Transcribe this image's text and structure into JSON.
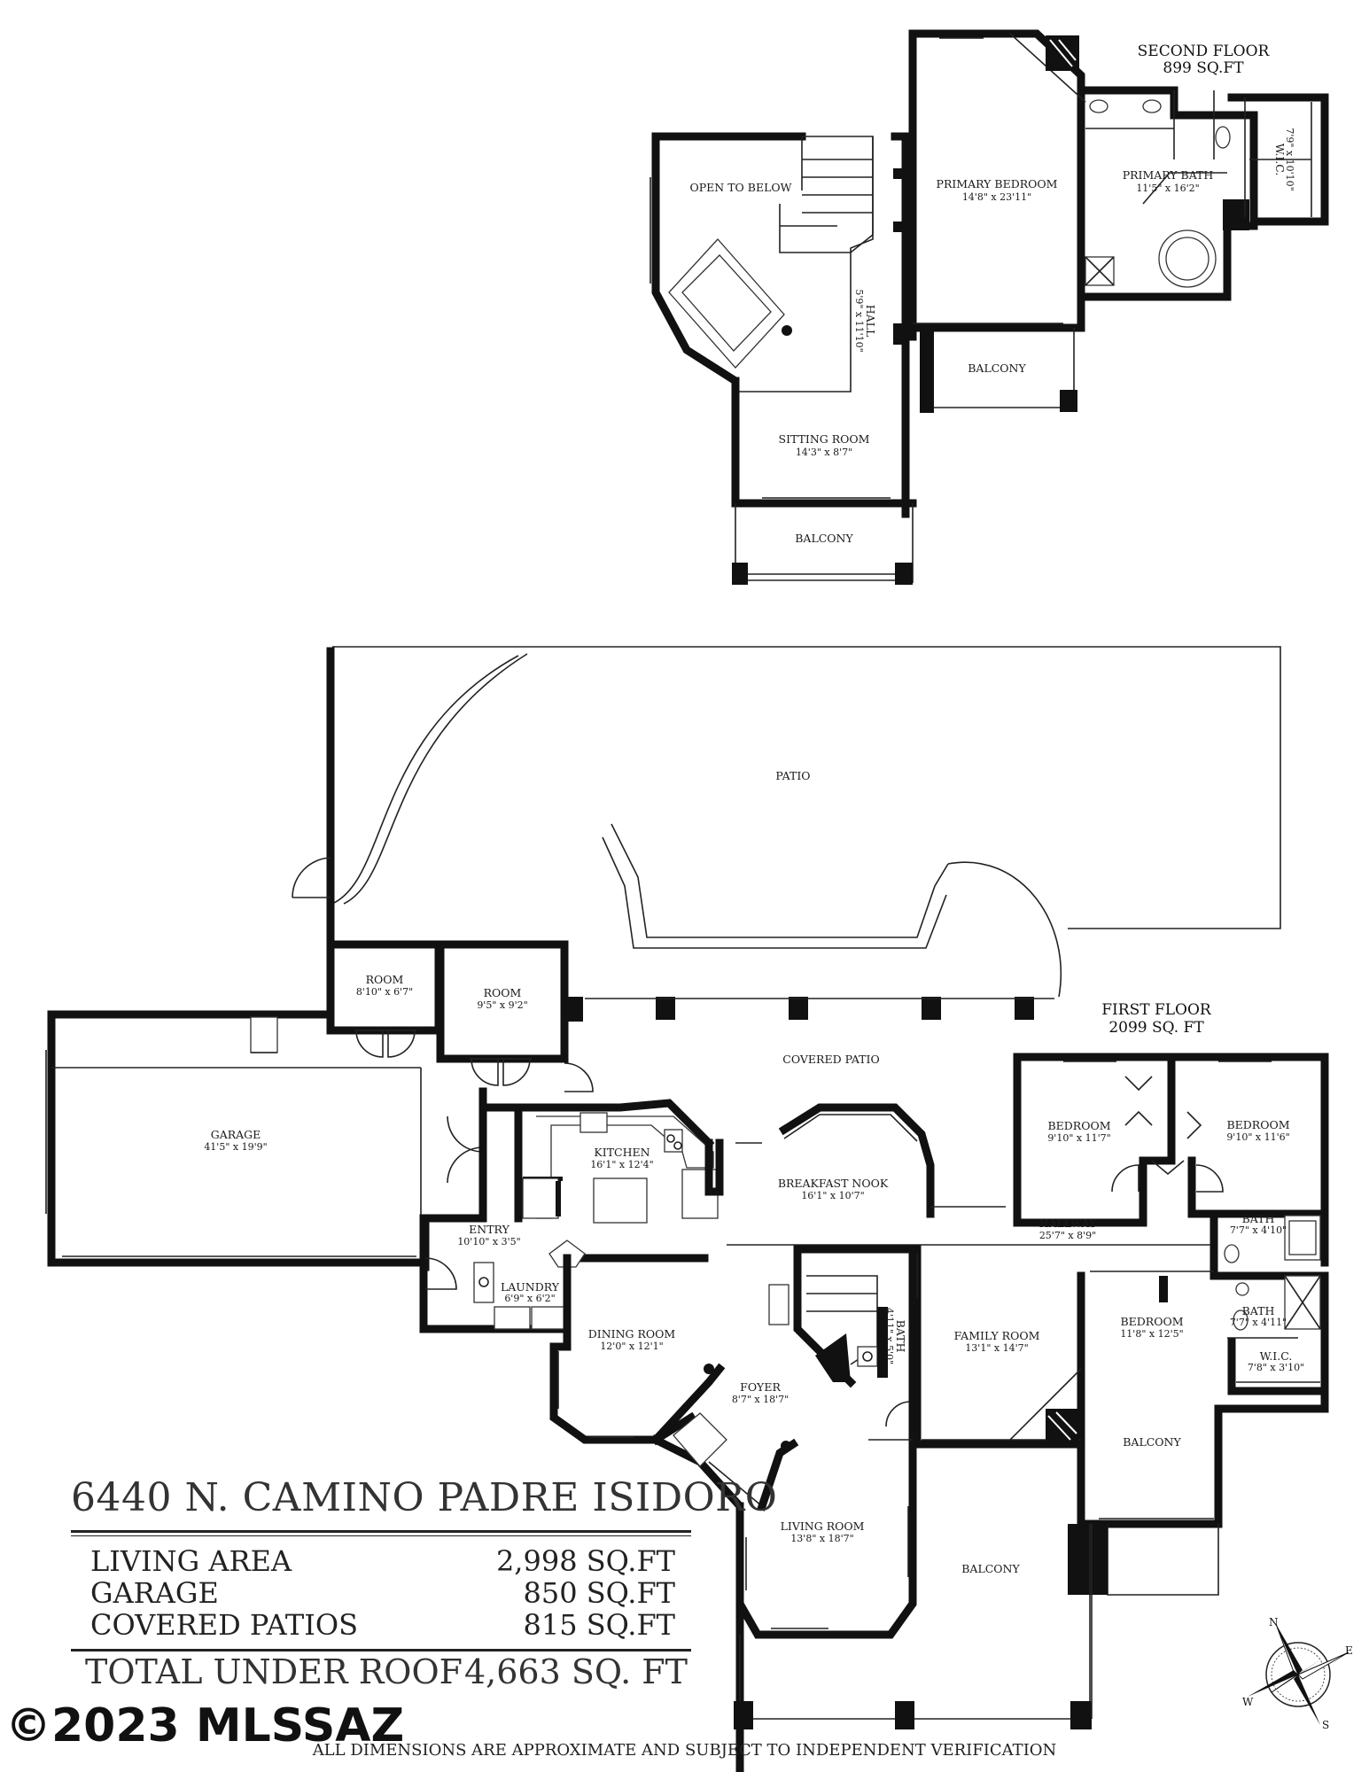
{
  "second_floor": {
    "title": "SECOND FLOOR",
    "area": "899 SQ.FT",
    "rooms": {
      "open_to_below": {
        "name": "OPEN TO BELOW"
      },
      "primary_bedroom": {
        "name": "PRIMARY BEDROOM",
        "dims": "14'8\" x 23'11\""
      },
      "primary_bath": {
        "name": "PRIMARY BATH",
        "dims": "11'5\" x 16'2\""
      },
      "wic": {
        "name": "W.I.C.",
        "dims": "7'9\" x 10'10\""
      },
      "hall": {
        "name": "HALL",
        "dims": "5'9\" x 11'10\""
      },
      "sitting_room": {
        "name": "SITTING ROOM",
        "dims": "14'3\" x 8'7\""
      },
      "balcony_east": {
        "name": "BALCONY"
      },
      "balcony_south": {
        "name": "BALCONY"
      }
    }
  },
  "first_floor": {
    "title": "FIRST FLOOR",
    "area": "2099 SQ. FT",
    "rooms": {
      "patio": {
        "name": "PATIO"
      },
      "room_a": {
        "name": "ROOM",
        "dims": "8'10\" x 6'7\""
      },
      "room_b": {
        "name": "ROOM",
        "dims": "9'5\" x 9'2\""
      },
      "covered_patio": {
        "name": "COVERED PATIO"
      },
      "garage": {
        "name": "GARAGE",
        "dims": "41'5\" x 19'9\""
      },
      "kitchen": {
        "name": "KITCHEN",
        "dims": "16'1\" x 12'4\""
      },
      "breakfast_nook": {
        "name": "BREAKFAST NOOK",
        "dims": "16'1\" x 10'7\""
      },
      "bedroom_1": {
        "name": "BEDROOM",
        "dims": "9'10\" x 11'7\""
      },
      "bedroom_2": {
        "name": "BEDROOM",
        "dims": "9'10\" x 11'6\""
      },
      "entry": {
        "name": "ENTRY",
        "dims": "10'10\" x 3'5\""
      },
      "hallway": {
        "name": "HALLWAY",
        "dims": "25'7\" x 8'9\""
      },
      "bath_1": {
        "name": "BATH",
        "dims": "7'7\" x 4'10\""
      },
      "laundry": {
        "name": "LAUNDRY",
        "dims": "6'9\" x 6'2\""
      },
      "dining_room": {
        "name": "DINING ROOM",
        "dims": "12'0\" x 12'1\""
      },
      "bath_2": {
        "name": "BATH",
        "dims": "4'11\" x 5'0\""
      },
      "family_room": {
        "name": "FAMILY ROOM",
        "dims": "13'1\" x 14'7\""
      },
      "bedroom_3": {
        "name": "BEDROOM",
        "dims": "11'8\" x 12'5\""
      },
      "bath_3": {
        "name": "BATH",
        "dims": "7'7\" x 4'11\""
      },
      "wic": {
        "name": "W.I.C.",
        "dims": "7'8\" x 3'10\""
      },
      "foyer": {
        "name": "FOYER",
        "dims": "8'7\" x 18'7\""
      },
      "balcony_east": {
        "name": "BALCONY"
      },
      "living_room": {
        "name": "LIVING ROOM",
        "dims": "13'8\" x 18'7\""
      },
      "balcony_south": {
        "name": "BALCONY"
      }
    }
  },
  "summary": {
    "address": "6440 N. CAMINO PADRE ISIDORO",
    "rows": [
      {
        "label": "LIVING AREA",
        "value": "2,998 SQ.FT"
      },
      {
        "label": "GARAGE",
        "value": "850 SQ.FT"
      },
      {
        "label": "COVERED PATIOS",
        "value": "815 SQ.FT"
      }
    ],
    "total": {
      "label": "TOTAL UNDER ROOF",
      "value": "4,663 SQ. FT"
    }
  },
  "compass": {
    "n": "N",
    "e": "E",
    "s": "S",
    "w": "W"
  },
  "watermark": "©2023 MLSSAZ",
  "disclaimer": "ALL DIMENSIONS ARE APPROXIMATE AND SUBJECT TO INDEPENDENT VERIFICATION"
}
